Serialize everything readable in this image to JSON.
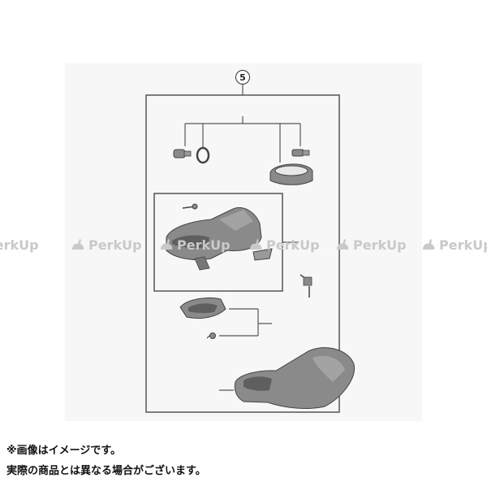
{
  "diagram": {
    "callout_number": "5",
    "watermark_text": "PerkUp",
    "watermark_repeat": 6
  },
  "notes": {
    "line1": "※画像はイメージです。",
    "line2": "実際の商品とは異なる場合がございます。"
  },
  "colors": {
    "part_fill": "#8a8a8a",
    "part_shade": "#5f5f5f",
    "line": "#555555",
    "watermark": "#c9c9c9"
  }
}
